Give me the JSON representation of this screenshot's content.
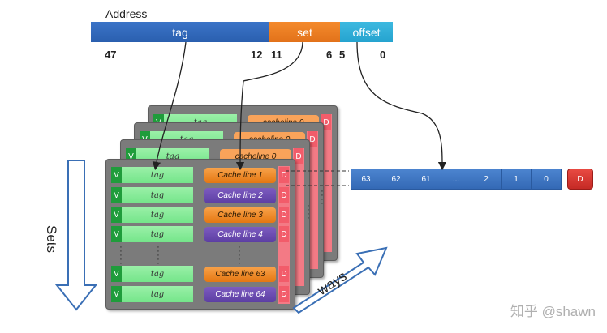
{
  "address": {
    "title": "Address",
    "fields": {
      "tag": "tag",
      "set": "set",
      "offset": "offset"
    },
    "bit_numbers": [
      "47",
      "12",
      "11",
      "6",
      "5",
      "0"
    ]
  },
  "cache": {
    "back_labels": [
      "tag",
      "tag",
      "tag"
    ],
    "back_lines": [
      "cacheline 0",
      "cacheline 0",
      "cacheline 0"
    ],
    "rows": [
      {
        "valid": "V",
        "tag": "tag",
        "line": "Cache line  1",
        "dirty": "D"
      },
      {
        "valid": "V",
        "tag": "tag",
        "line": "Cache line  2",
        "dirty": "D"
      },
      {
        "valid": "V",
        "tag": "tag",
        "line": "Cache line  3",
        "dirty": "D"
      },
      {
        "valid": "V",
        "tag": "tag",
        "line": "Cache line  4",
        "dirty": "D"
      },
      {
        "valid": "V",
        "tag": "tag",
        "line": "Cache line  63",
        "dirty": "D"
      },
      {
        "valid": "V",
        "tag": "tag",
        "line": "Cache line  64",
        "dirty": "D"
      }
    ],
    "dirty_label": "D"
  },
  "line_bits": [
    "63",
    "62",
    "61",
    "...",
    "2",
    "1",
    "0"
  ],
  "dirty_bit": "D",
  "arrows": {
    "sets": "Sets",
    "ways": "ways"
  },
  "watermark": "知乎 @shawn",
  "colors": {
    "tag": "#2a5faf",
    "set": "#e2721a",
    "offset": "#25a3cf",
    "valid": "#1f9c3b",
    "dirty": "#f25c6a"
  }
}
